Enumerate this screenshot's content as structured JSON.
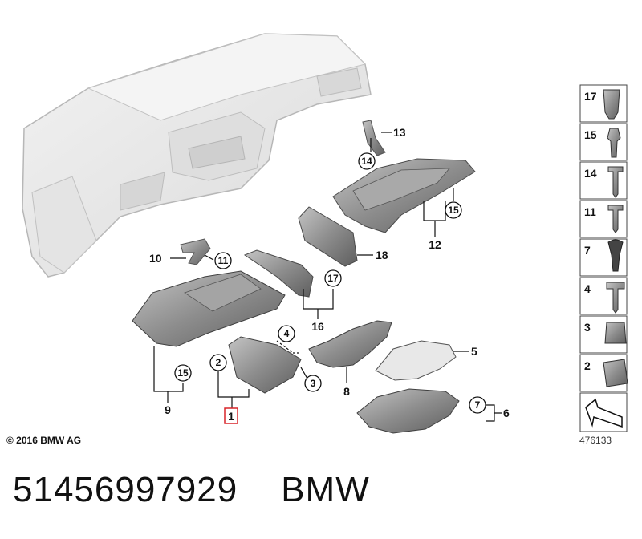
{
  "diagram": {
    "callouts": {
      "c1": "1",
      "c2": "2",
      "c3": "3",
      "c4": "4",
      "c5": "5",
      "c6": "6",
      "c7": "7",
      "c8": "8",
      "c9": "9",
      "c10": "10",
      "c11": "11",
      "c12": "12",
      "c13": "13",
      "c14": "14",
      "c15a": "15",
      "c15b": "15",
      "c16": "16",
      "c17": "17",
      "c18": "18"
    },
    "legend": [
      "17",
      "15",
      "14",
      "11",
      "7",
      "4",
      "3",
      "2"
    ],
    "copyright": "© 2016 BMW AG",
    "reference_number": "476133"
  },
  "footer": {
    "part_number": "51456997929",
    "brand": "BMW"
  },
  "colors": {
    "highlight": "#d9252a",
    "part_fill": "#8a8a8a",
    "dashboard_fill": "#e9e9e9"
  }
}
